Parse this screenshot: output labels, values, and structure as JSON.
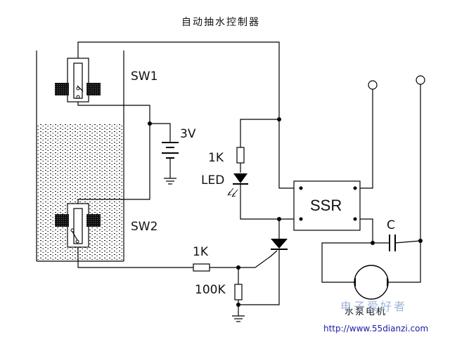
{
  "title": "自动抽水控制器",
  "labels": {
    "sw1": "SW1",
    "sw2": "SW2",
    "battery": "3V",
    "r1": "1K",
    "led": "LED",
    "ssr": "SSR",
    "r2": "1K",
    "r3": "100K",
    "capacitor": "C",
    "pump": "水泵电机"
  },
  "watermark": {
    "brand": "电子爱好者",
    "url": "http://www.55dianzi.com"
  },
  "colors": {
    "line": "#000000",
    "water_dots": "#1a1a1a",
    "watermark": "#9fb3d9",
    "url": "#1a1aa8"
  },
  "icons": [
    "float-switch-icon",
    "battery-icon",
    "resistor-icon",
    "led-icon",
    "ssr-icon",
    "thyristor-icon",
    "capacitor-icon",
    "pump-motor-icon",
    "ground-icon",
    "terminal-icon"
  ]
}
